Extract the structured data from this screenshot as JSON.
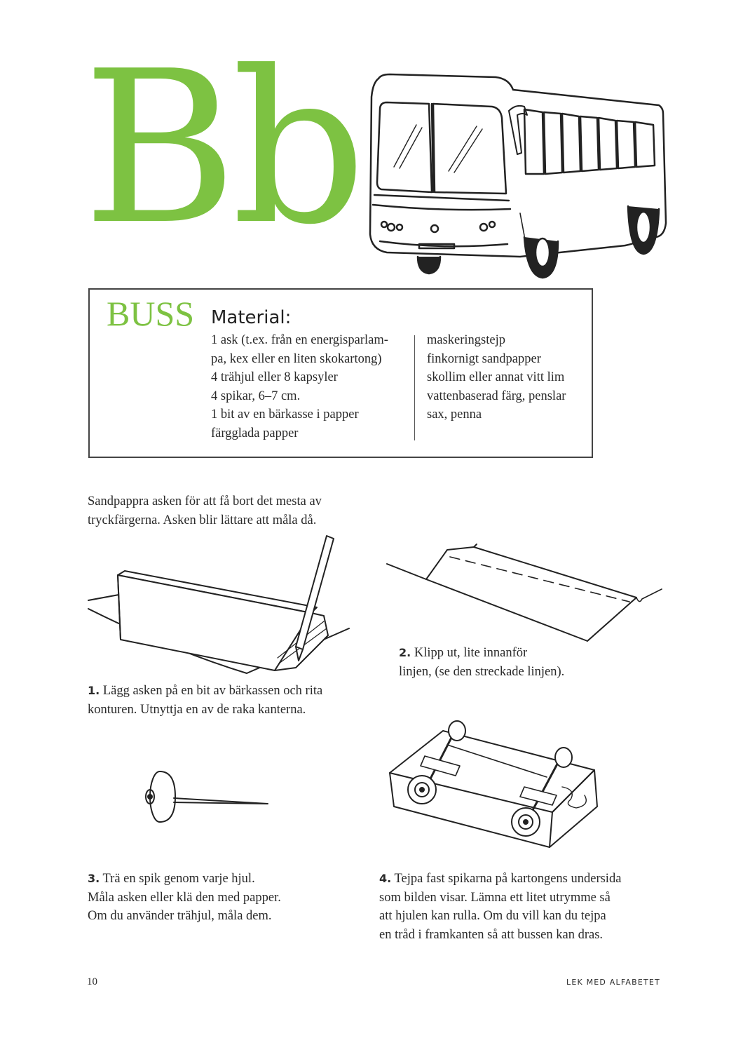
{
  "header": {
    "letters": "Bb"
  },
  "material": {
    "word": "BUSS",
    "title": "Material:",
    "col1": [
      "1 ask (t.ex. från en energisparlam-",
      "pa, kex eller en liten skokartong)",
      "4 trähjul eller 8 kapsyler",
      "4 spikar, 6–7 cm.",
      "1 bit av en bärkasse i papper",
      "färgglada papper"
    ],
    "col2": [
      "maskeringstejp",
      "finkornigt sandpapper",
      "skollim eller annat vitt lim",
      "vattenbaserad färg, penslar",
      "sax, penna"
    ]
  },
  "intro": [
    "Sandpappra asken för att få bort det mesta av",
    "tryckfärgerna. Asken blir lättare att måla då."
  ],
  "steps": [
    {
      "num": "1.",
      "lines": [
        "Lägg asken på en bit av bärkassen och rita",
        "konturen. Utnyttja en av de raka kanterna."
      ]
    },
    {
      "num": "2.",
      "lines": [
        "Klipp ut, lite innanför",
        "linjen, (se den streckade linjen)."
      ]
    },
    {
      "num": "3.",
      "lines": [
        "Trä en spik genom varje hjul.",
        "Måla asken eller klä den med papper.",
        "Om du använder trähjul, måla dem."
      ]
    },
    {
      "num": "4.",
      "lines": [
        "Tejpa fast spikarna på kartongens undersida",
        "som bilden visar. Lämna ett litet utrymme så",
        "att hjulen kan rulla. Om du vill kan du tejpa",
        "en tråd i framkanten så att bussen kan dras."
      ]
    }
  ],
  "footer": {
    "page_number": "10",
    "book_title": "LEK MED ALFABETET"
  },
  "colors": {
    "accent_green": "#7dc242",
    "ink": "#2a2a2a"
  }
}
